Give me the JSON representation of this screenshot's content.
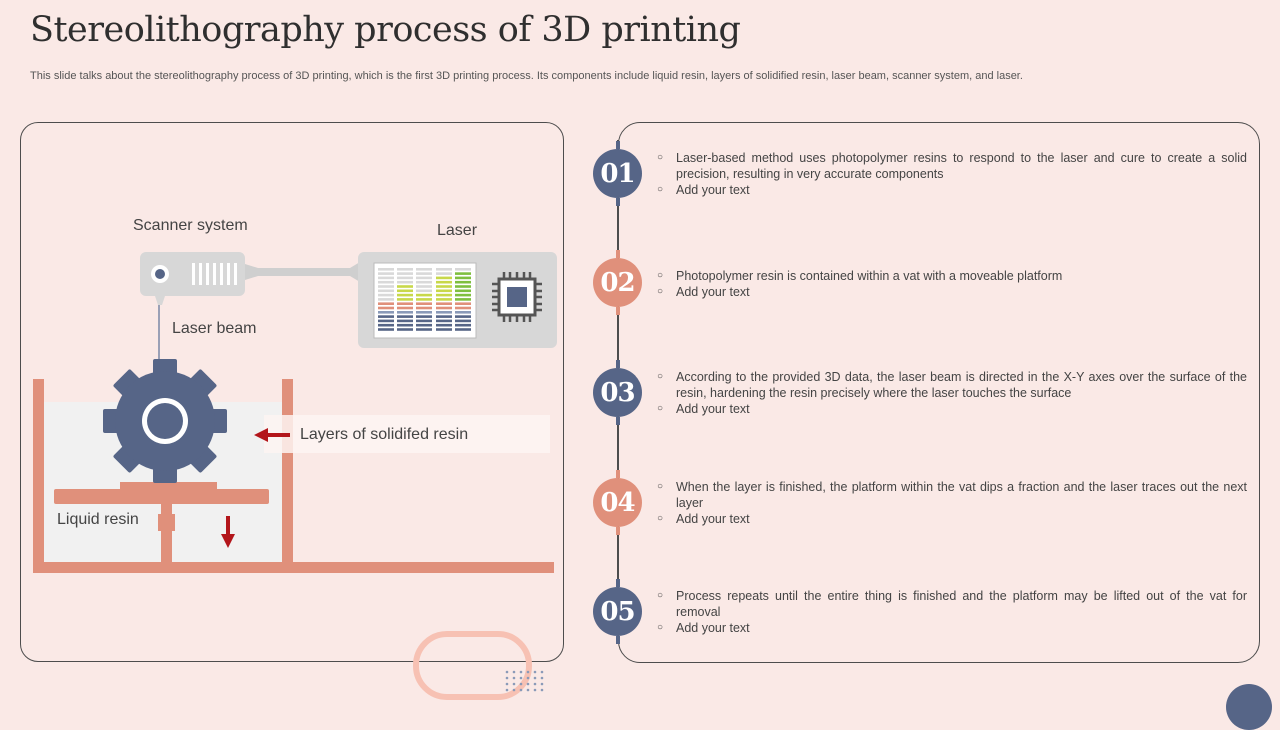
{
  "header": {
    "title": "Stereolithography process of 3D printing",
    "subtitle": "This slide talks about the stereolithography process of 3D printing, which is the first 3D printing process. Its components include liquid resin, layers of solidified resin, laser beam, scanner system, and laser."
  },
  "diagram": {
    "scanner_label": "Scanner system",
    "laser_label": "Laser",
    "laser_beam_label": "Laser beam",
    "layers_label": "Layers of solidifed resin",
    "liquid_label": "Liquid resin"
  },
  "steps": [
    {
      "num": "01",
      "color": "#566587",
      "lines": [
        "Laser-based method uses photopolymer resins to respond to the laser and cure to create a solid precision, resulting in very accurate components",
        "Add your text"
      ]
    },
    {
      "num": "02",
      "color": "#e0907b",
      "lines": [
        "Photopolymer resin is contained within a vat with a moveable platform",
        "Add your text"
      ]
    },
    {
      "num": "03",
      "color": "#566587",
      "lines": [
        "According to the provided 3D data, the laser beam is directed in the X-Y axes over the surface of the resin, hardening the resin precisely where the laser touches the surface",
        "Add your text"
      ]
    },
    {
      "num": "04",
      "color": "#e0907b",
      "lines": [
        "When the layer is finished, the platform within the vat dips a fraction and the laser traces out the next layer",
        "Add your text"
      ]
    },
    {
      "num": "05",
      "color": "#566587",
      "lines": [
        "Process repeats until the entire thing is finished and the platform may be lifted out of the vat for removal",
        "Add your text"
      ]
    }
  ],
  "bullet_glyph": "○"
}
